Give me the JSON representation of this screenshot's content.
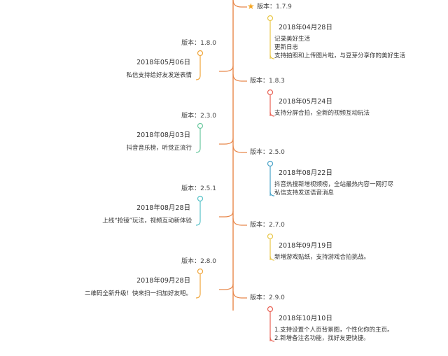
{
  "colors": {
    "trunk": "#e8874a",
    "nodes": [
      "#e8c646",
      "#f0a53a",
      "#e86154",
      "#6cc9a0",
      "#4aa3c8",
      "#57c2c8",
      "#e8c646",
      "#f0a53a",
      "#e86154"
    ]
  },
  "timeline": [
    {
      "side": "right",
      "version": "版本：1.7.9",
      "star": true,
      "date": "2018年04月28日",
      "lines": [
        "记录美好生活",
        "更新日志",
        "支持拍照和上传图片啦，与豆芽分享你的美好生活"
      ]
    },
    {
      "side": "left",
      "version": "版本：1.8.0",
      "date": "2018年05月06日",
      "lines": [
        "私信支持给好友发送表情"
      ]
    },
    {
      "side": "right",
      "version": "版本：1.8.3",
      "date": "2018年05月24日",
      "lines": [
        "支持分屏合拍，全新的视频互动玩法"
      ]
    },
    {
      "side": "left",
      "version": "版本：2.3.0",
      "date": "2018年08月03日",
      "lines": [
        "抖音音乐榜，听觉正流行"
      ]
    },
    {
      "side": "right",
      "version": "版本：2.5.0",
      "date": "2018年08月22日",
      "lines": [
        "抖音热搜新增视频榜，全站最热内容一网打尽",
        "私信支持发送语音消息"
      ]
    },
    {
      "side": "left",
      "version": "版本：2.5.1",
      "date": "2018年08月28日",
      "lines": [
        "上线“抢镜”玩法，视频互动新体验"
      ]
    },
    {
      "side": "right",
      "version": "版本：2.7.0",
      "date": "2018年09月19日",
      "lines": [
        "新增游戏贴纸，支持游戏合拍挑战。"
      ]
    },
    {
      "side": "left",
      "version": "版本：2.8.0",
      "date": "2018年09月28日",
      "lines": [
        "二维码全新升级！快来扫一扫加好友吧。"
      ]
    },
    {
      "side": "right",
      "version": "版本：2.9.0",
      "date": "2018年10月10日",
      "lines": [
        "1.支持设置个人页背景图，个性化你的主页。",
        "2.新增备注名功能，找好友更快捷。"
      ]
    }
  ]
}
